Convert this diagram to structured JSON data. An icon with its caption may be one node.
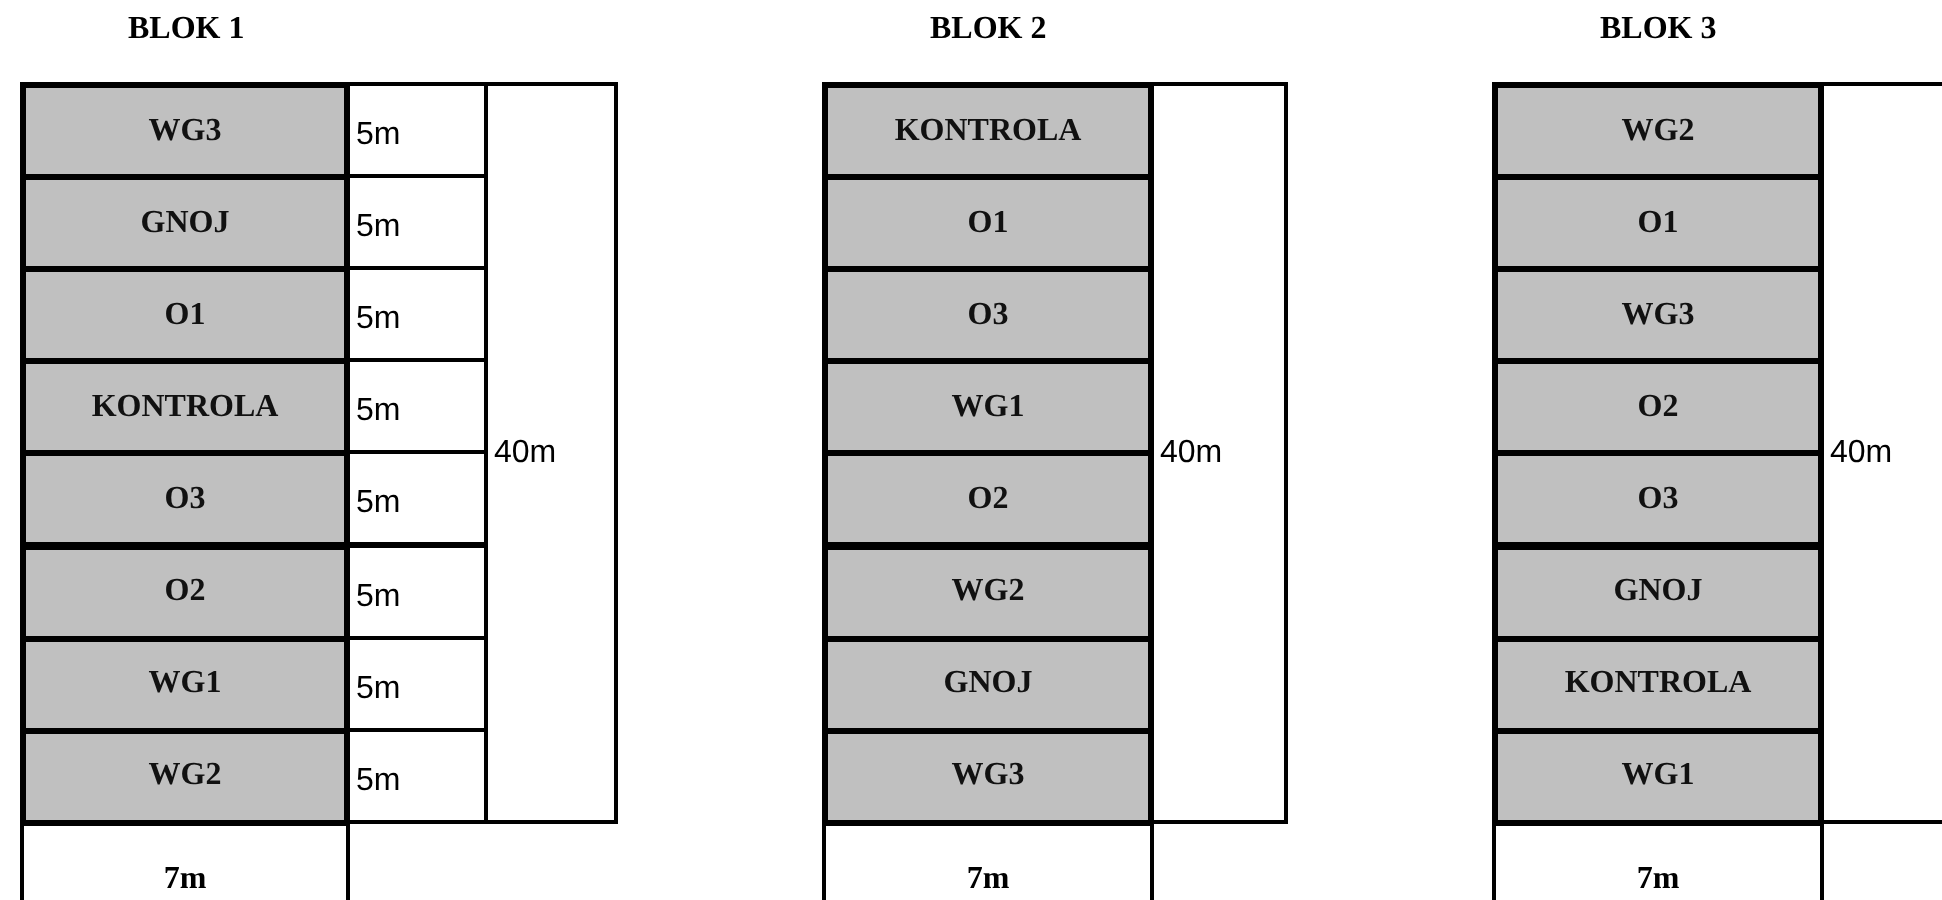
{
  "diagram": {
    "nodes": [
      {
        "text": [
          "WG3"
        ]
      },
      {
        "text": [
          "GNOJ"
        ]
      },
      {
        "text": [
          "O1"
        ]
      },
      {
        "text": [
          "KONTROLA"
        ]
      },
      {
        "text": [
          "O3"
        ]
      },
      {
        "text": [
          "O2"
        ]
      },
      {
        "text": [
          "WG1"
        ]
      },
      {
        "text": [
          "WG2"
        ]
      },
      {
        "text": [
          "5m"
        ]
      },
      {
        "text": [
          "5m"
        ]
      },
      {
        "text": [
          "5m"
        ]
      },
      {
        "text": [
          "5m"
        ]
      },
      {
        "text": [
          "5m"
        ]
      },
      {
        "text": [
          "5m"
        ]
      },
      {
        "text": [
          "5m"
        ]
      },
      {
        "text": [
          "5m"
        ]
      },
      {
        "text": [
          "40m"
        ]
      },
      {
        "text": [
          "7m"
        ]
      },
      {
        "text": [
          "KONTROLA"
        ]
      },
      {
        "text": [
          "O1"
        ]
      },
      {
        "text": [
          "O3"
        ]
      },
      {
        "text": [
          "WG1"
        ]
      },
      {
        "text": [
          "O2"
        ]
      },
      {
        "text": [
          "WG2"
        ]
      },
      {
        "text": [
          "GNOJ"
        ]
      },
      {
        "text": [
          "WG3"
        ]
      },
      {
        "text": [
          "40m"
        ]
      },
      {
        "text": [
          "7m"
        ]
      },
      {
        "text": [
          "WG2"
        ]
      },
      {
        "text": [
          "O1"
        ]
      },
      {
        "text": [
          "WG3"
        ]
      },
      {
        "text": [
          "O2"
        ]
      },
      {
        "text": [
          "O3"
        ]
      },
      {
        "text": [
          "GNOJ"
        ]
      },
      {
        "text": [
          "KONTROLA"
        ]
      },
      {
        "text": [
          "WG1"
        ]
      },
      {
        "text": [
          "40m"
        ]
      },
      {
        "text": [
          "7m"
        ]
      }
    ],
    "labels": [
      "BLOK 1",
      "BLOK 2",
      "BLOK 3"
    ]
  }
}
